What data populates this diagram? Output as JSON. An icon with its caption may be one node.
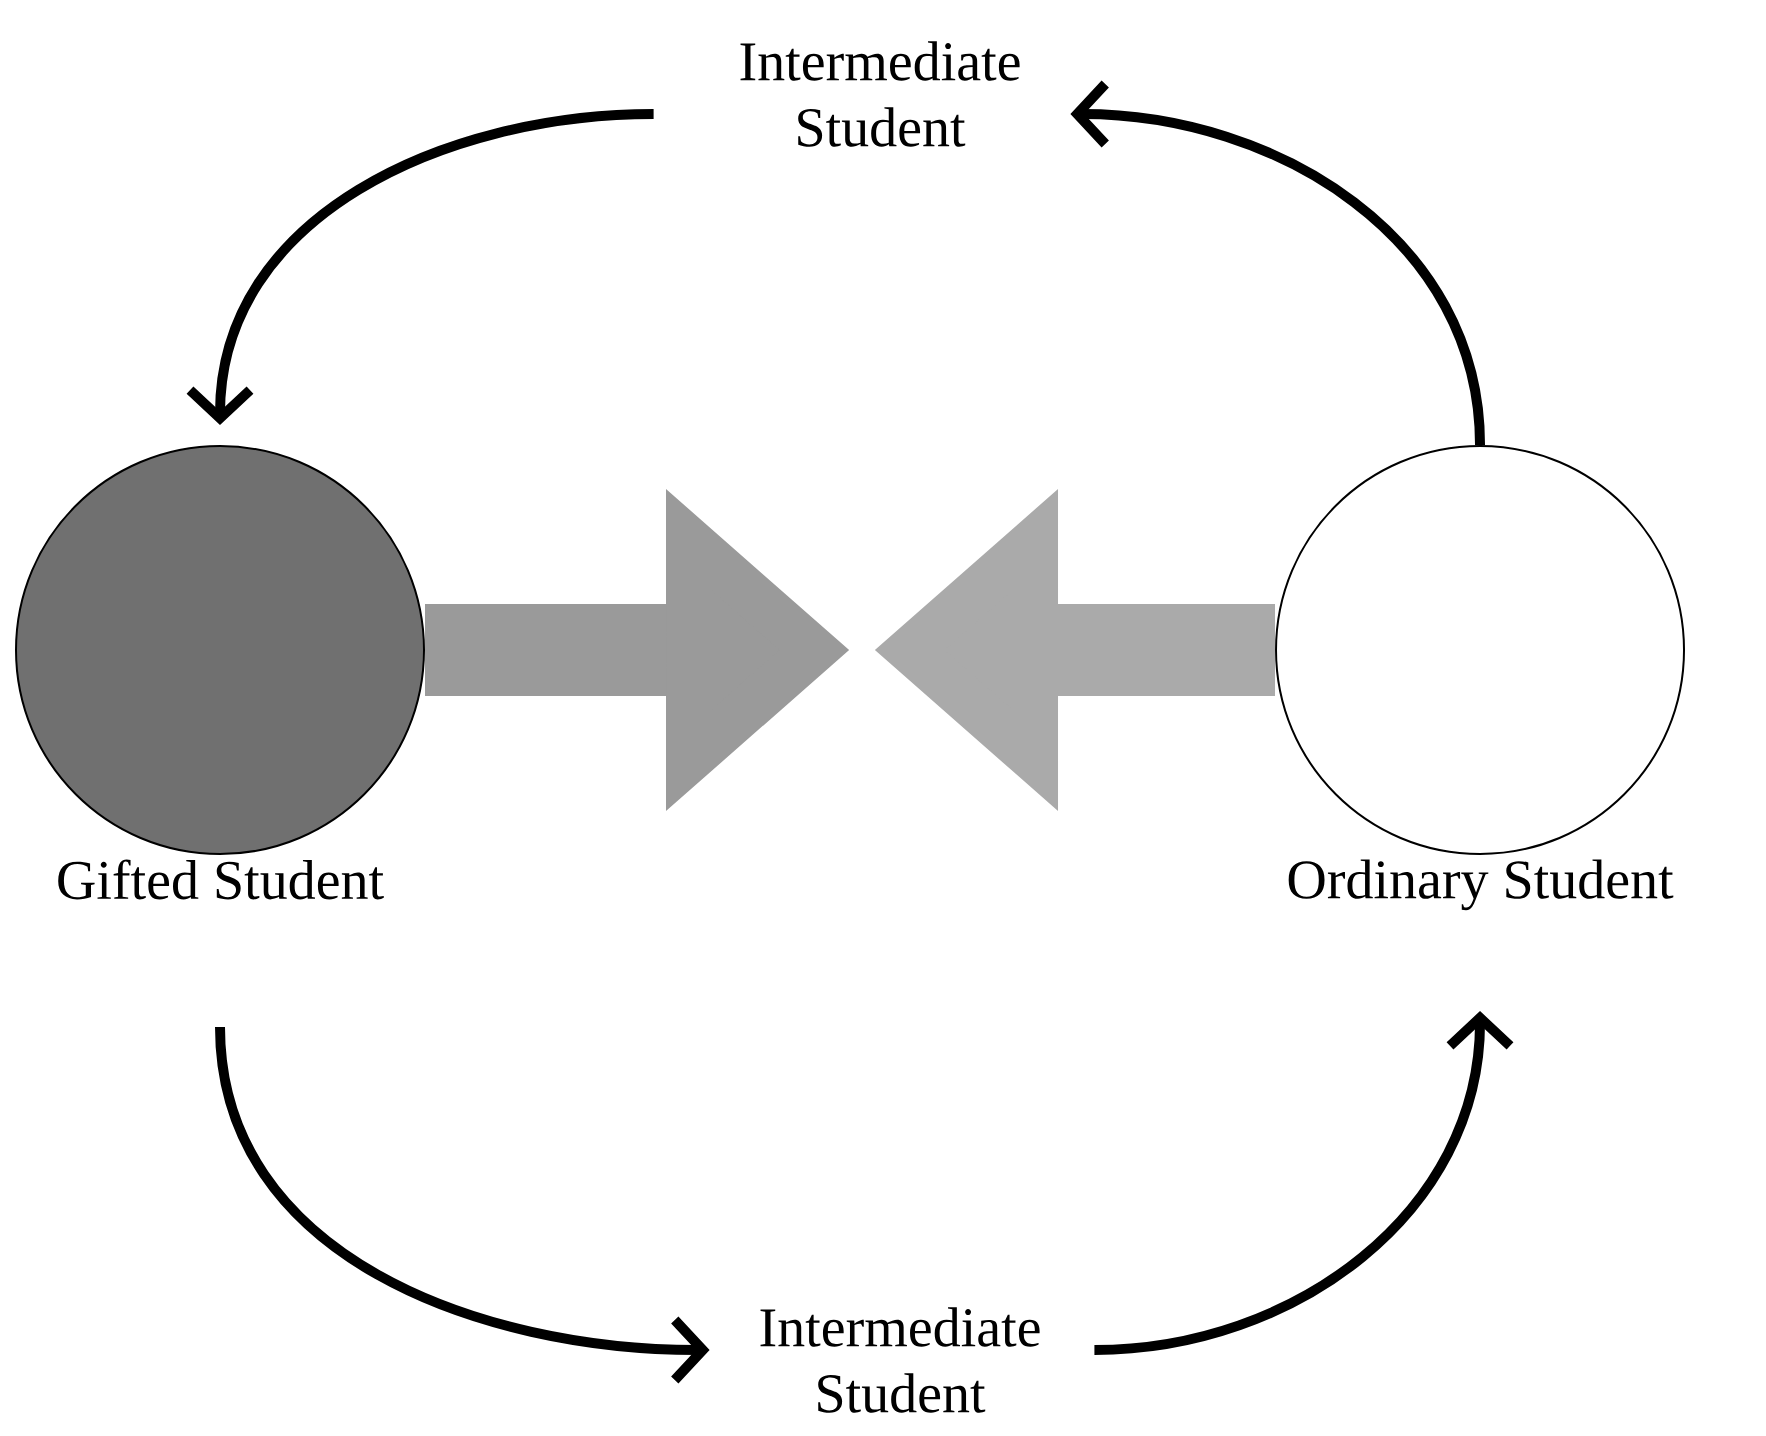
{
  "diagram": {
    "nodes": [
      {
        "text": [
          "Gifted Student"
        ]
      },
      {
        "text": [
          "Ordinary Student"
        ]
      },
      {
        "text": [
          "Intermediate Student"
        ]
      },
      {
        "text": [
          "Intermediate Student"
        ]
      }
    ],
    "edges": [
      {
        "from": 1,
        "to": 2,
        "arrow": "to"
      },
      {
        "from": 2,
        "to": 0,
        "arrow": "to"
      },
      {
        "from": 0,
        "to": 3,
        "arrow": "to"
      },
      {
        "from": 3,
        "to": 1,
        "arrow": "to"
      },
      {
        "from": 0,
        "to": null,
        "arrow": "to",
        "style": "thick",
        "color": "#9a9a9a"
      },
      {
        "from": 1,
        "to": null,
        "arrow": "to",
        "style": "thick",
        "color": "#aaaaaa"
      }
    ]
  }
}
